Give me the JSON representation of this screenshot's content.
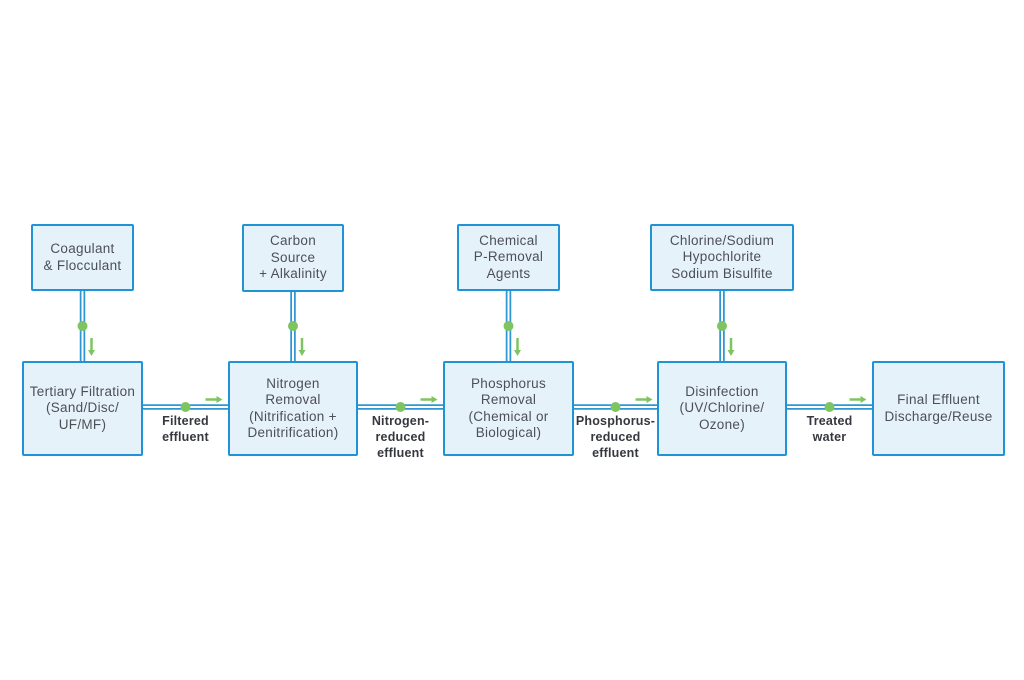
{
  "colors": {
    "background": "#ffffff",
    "box_fill": "#e6f2fa",
    "box_border": "#1f93d4",
    "connector_blue": "#2f96d2",
    "junction_green": "#7ec460",
    "box_text": "#4d4f57",
    "label_text": "#36383f"
  },
  "diagram": {
    "input_boxes": [
      {
        "label": "Coagulant\n& Flocculant"
      },
      {
        "label": "Carbon\nSource\n+ Alkalinity"
      },
      {
        "label": "Chemical\nP-Removal\nAgents"
      },
      {
        "label": "Chlorine/Sodium\nHypochlorite\nSodium Bisulfite"
      }
    ],
    "process_boxes": [
      {
        "label": "Tertiary Filtration\n(Sand/Disc/\nUF/MF)"
      },
      {
        "label": "Nitrogen\nRemoval\n(Nitrification +\nDenitrification)"
      },
      {
        "label": "Phosphorus\nRemoval\n(Chemical or\nBiological)"
      },
      {
        "label": "Disinfection\n(UV/Chlorine/\nOzone)"
      },
      {
        "label": "Final Effluent\nDischarge/Reuse"
      }
    ],
    "flow_labels": [
      {
        "label": "Filtered\neffluent"
      },
      {
        "label": "Nitrogen-\nreduced\neffluent"
      },
      {
        "label": "Phosphorus-\nreduced\neffluent"
      },
      {
        "label": "Treated\nwater"
      }
    ]
  }
}
